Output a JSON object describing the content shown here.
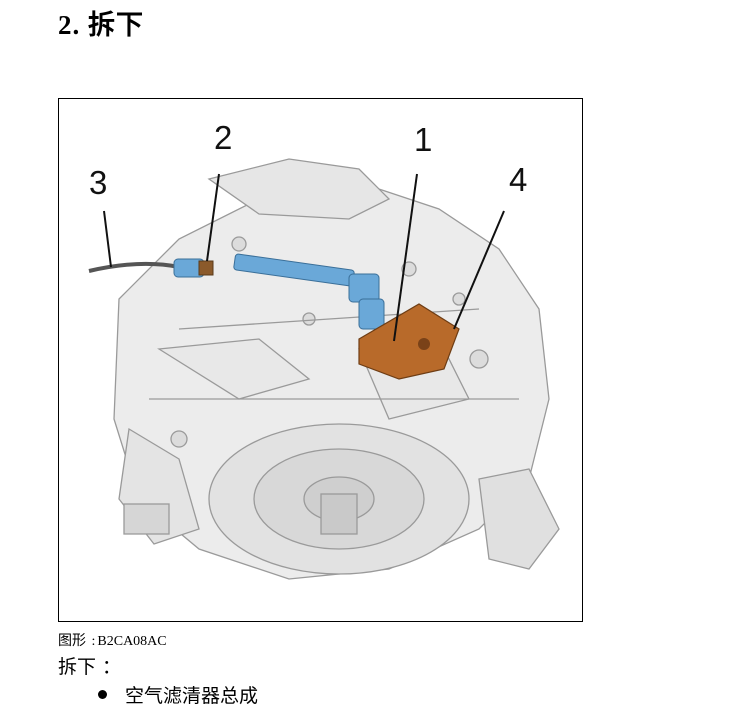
{
  "page": {
    "title": "2. 拆下"
  },
  "figure": {
    "callouts": [
      "1",
      "2",
      "3",
      "4"
    ],
    "caption_label": "图形",
    "caption_separator": ":",
    "caption_code": "B2CA08AC"
  },
  "instructions": {
    "heading": "拆下 ：",
    "items": [
      {
        "text": "空气滤清器总成"
      }
    ]
  },
  "colors": {
    "cable_blue": "#6aa8d8",
    "bracket_orange": "#b86a2a",
    "line_art": "#9a9a9a"
  }
}
